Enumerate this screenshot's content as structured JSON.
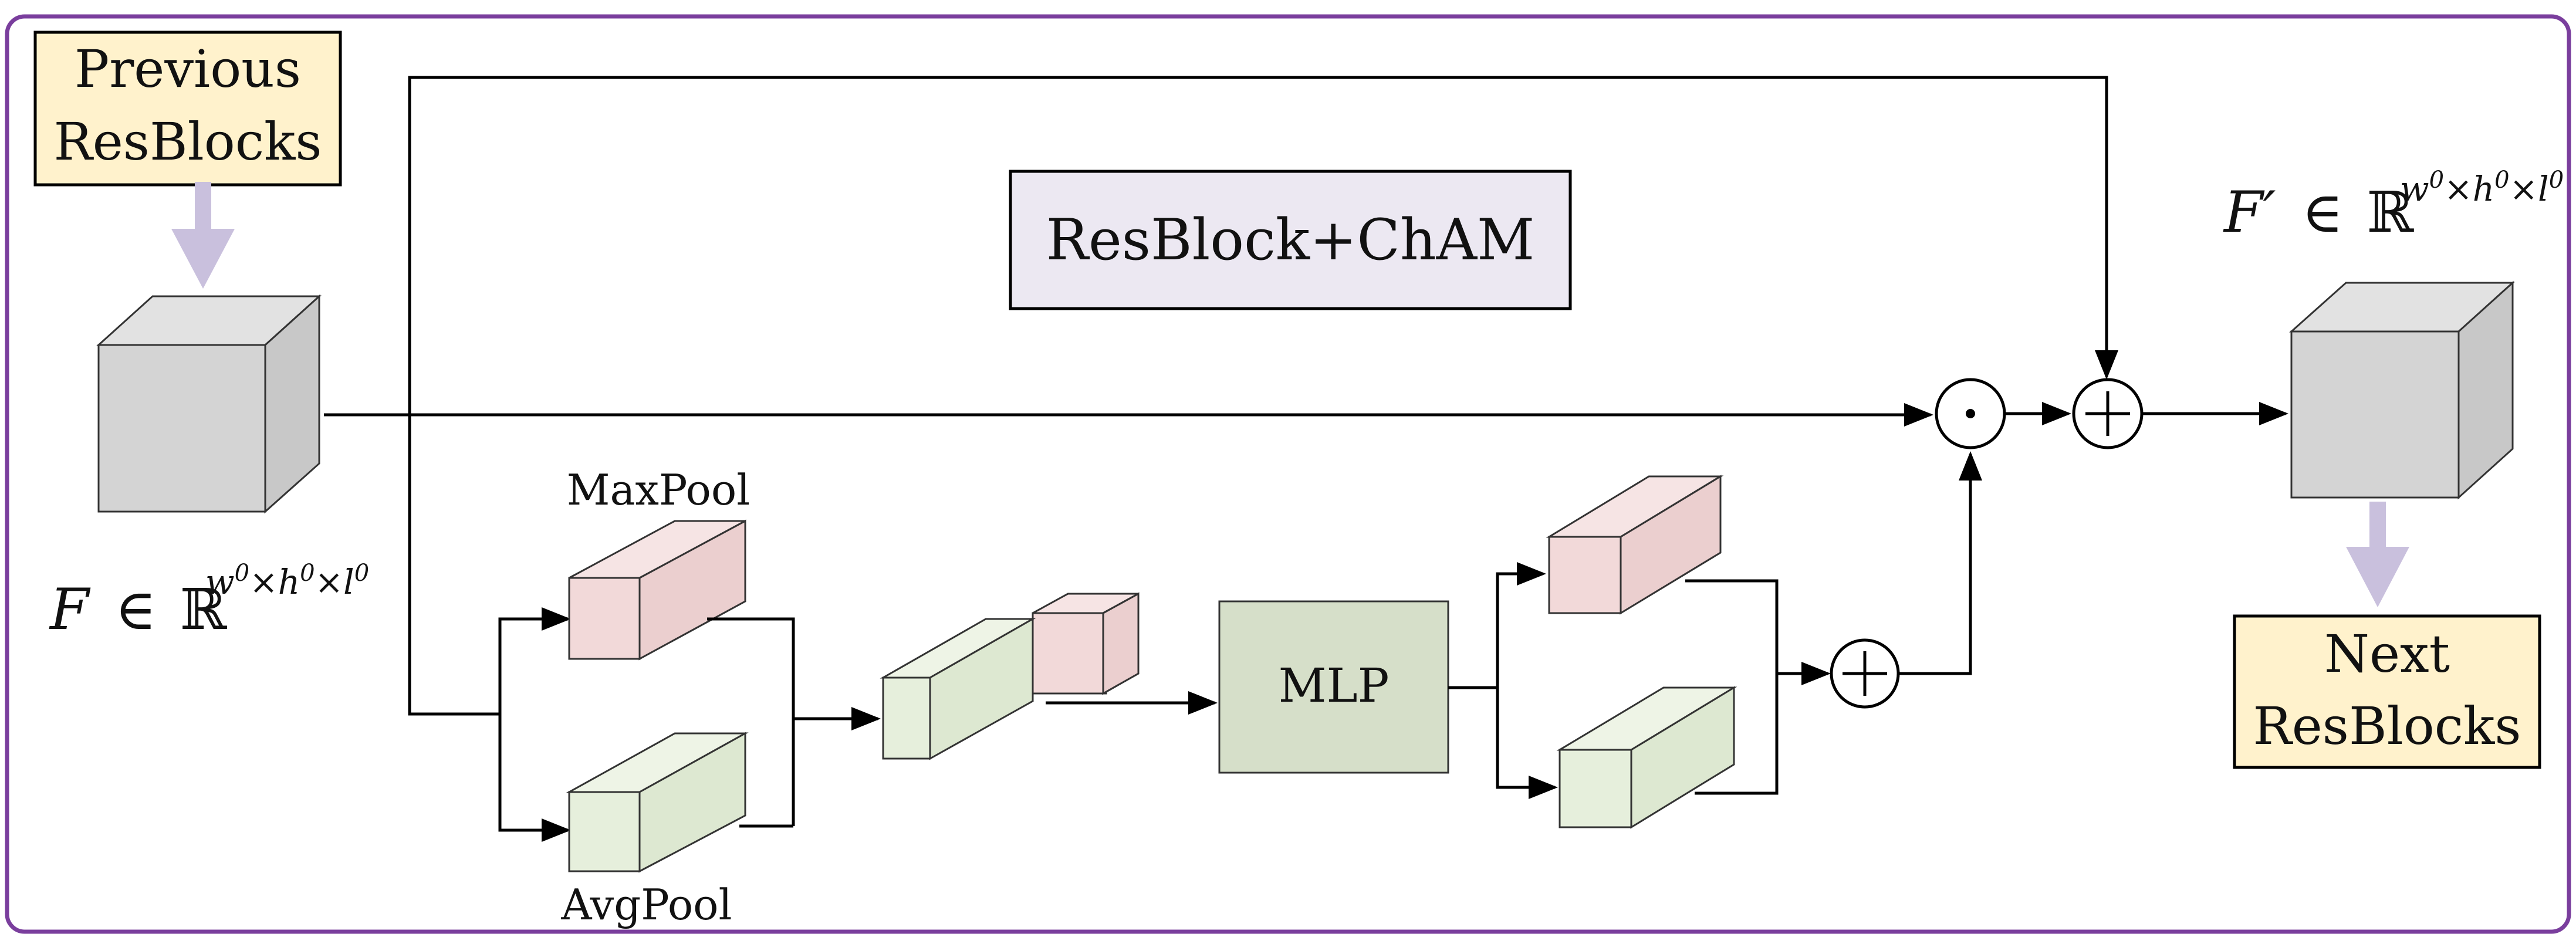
{
  "inputs": {
    "previous_resblocks": [
      "Previous",
      "ResBlocks"
    ],
    "next_resblocks": [
      "Next",
      "ResBlocks"
    ]
  },
  "title": "ResBlock+ChAM",
  "input_feature": {
    "symbol": "F",
    "member_of": "∈",
    "real": "ℝ",
    "dims": [
      "w",
      "0",
      "×",
      "h",
      "0",
      "×",
      "l",
      "0"
    ]
  },
  "output_feature": {
    "symbol": "F′",
    "member_of": "∈",
    "real": "ℝ",
    "dims": [
      "w",
      "0",
      "×",
      "h",
      "0",
      "×",
      "l",
      "0"
    ]
  },
  "pooling": {
    "max": "MaxPool",
    "avg": "AvgPool"
  },
  "mlp": "MLP",
  "operators": {
    "multiply": "⊙",
    "add": "+"
  },
  "colors": {
    "frame": "#7a3e9d",
    "input_box": "#fff2cc",
    "title_box": "#ece8f2",
    "cube_gray": "#d4d4d4",
    "max_pool_block": "#f2d9d9",
    "avg_pool_block": "#e6efdc",
    "mlp_box": "#d6dfc9",
    "thick_arrow": "#c9c0dd"
  }
}
